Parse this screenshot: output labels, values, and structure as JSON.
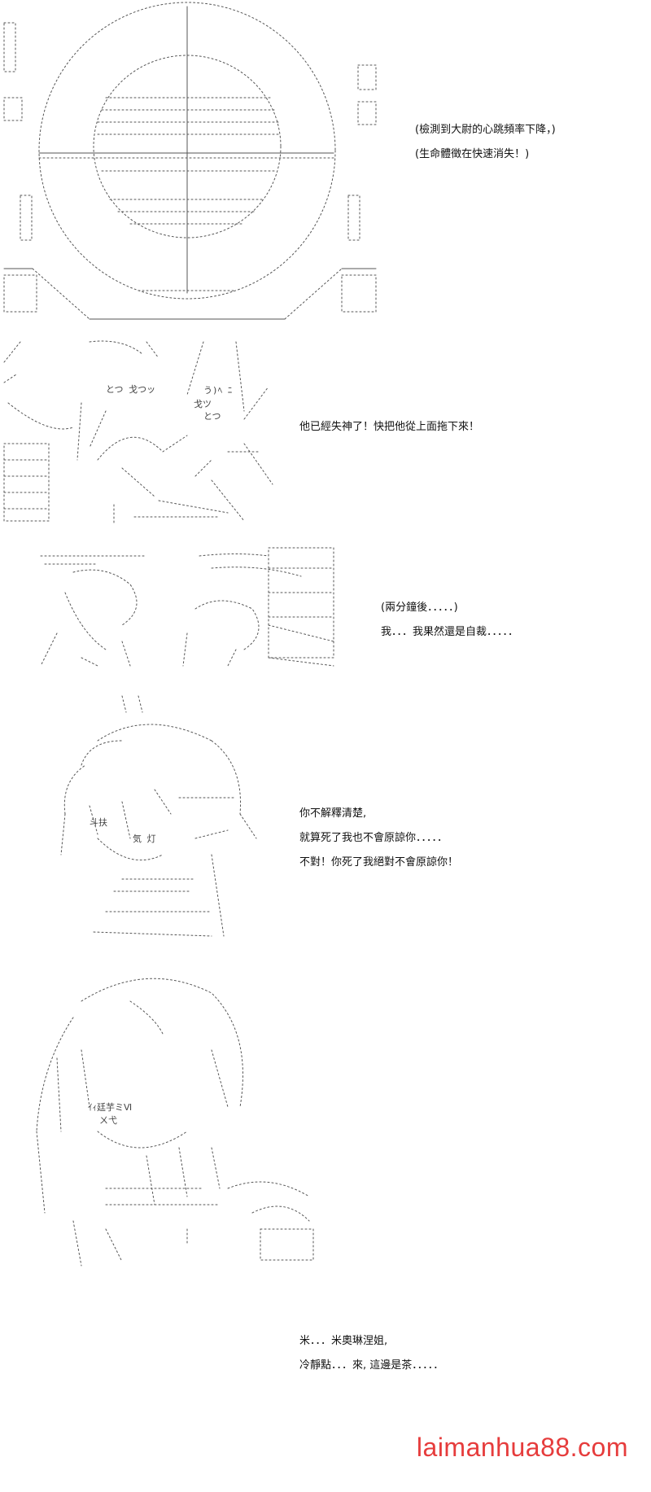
{
  "panels": [
    {
      "lines": [
        "(檢測到大尉的心跳頻率下降，)",
        "(生命體徵在快速消失！)"
      ]
    },
    {
      "lines": [
        "他已經失神了！快把他從上面拖下來！"
      ]
    },
    {
      "lines": [
        "(兩分鐘後．．．．．)",
        "我．．．我果然還是自裁．．．．．"
      ]
    },
    {
      "lines": [
        "你不解釋清楚,",
        "就算死了我也不會原諒你．．．．．",
        "不對！你死了我絕對不會原諒你！"
      ]
    },
    {
      "lines": [
        "米．．．米奧琳涅姐,",
        "冷靜點．．．來, 這邊是茶．．．．．"
      ]
    }
  ],
  "art_text": {
    "p2_a": "とつ 戈つッ",
    "p2_b": "う)ﾍ ﾆ",
    "p2_c": "戈ツ",
    "p2_d": "とつ",
    "p4_a": "気 灯",
    "p4_b": "斗扶",
    "p5_a": "ｲｨ廷芋ミⅥ",
    "p5_b": "ㄨ弋"
  },
  "watermark": "laimanhua88.com"
}
